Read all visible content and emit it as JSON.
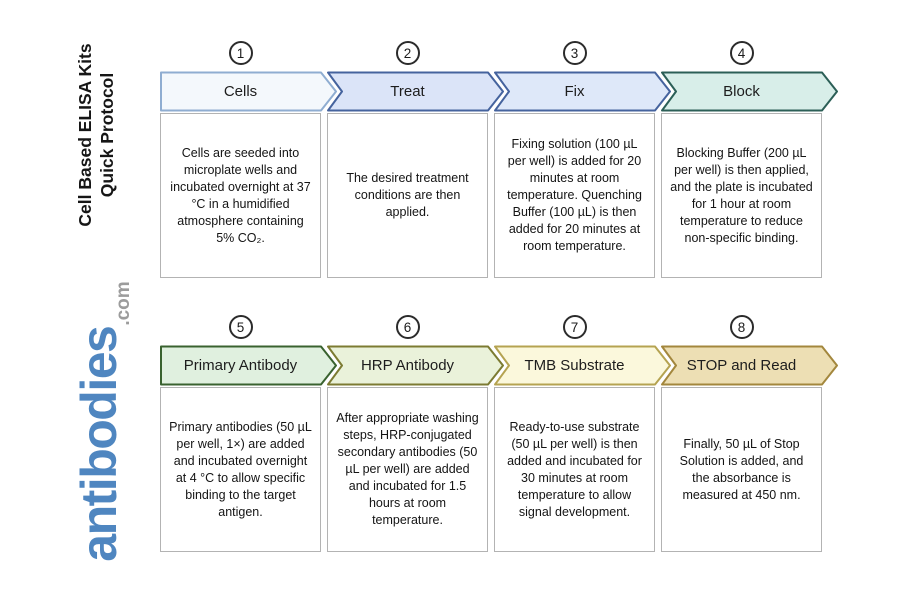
{
  "sidebar": {
    "title_line1": "Cell Based ELISA Kits",
    "title_line2": "Quick Protocol",
    "logo_text": "antibodies",
    "logo_suffix": ".com",
    "logo_color": "#4f86c0",
    "logo_suffix_color": "#9c9c9c"
  },
  "steps": [
    {
      "number": "1",
      "label": "Cells",
      "description": "Cells are seeded into microplate wells and incubated overnight at 37 °C in a humidified atmosphere containing 5% CO₂.",
      "fill": "#f4f8fc",
      "stroke": "#8fadd1"
    },
    {
      "number": "2",
      "label": "Treat",
      "description": "The desired treatment conditions are then applied.",
      "fill": "#dbe4f8",
      "stroke": "#45639e"
    },
    {
      "number": "3",
      "label": "Fix",
      "description": "Fixing solution (100 µL per well) is added for 20 minutes at room temperature. Quenching Buffer (100 µL) is then added for 20 minutes at room temperature.",
      "fill": "#dee8f9",
      "stroke": "#45639e"
    },
    {
      "number": "4",
      "label": "Block",
      "description": "Blocking Buffer (200 µL per well) is then applied, and the plate is incubated for 1 hour at room temperature to reduce non-specific binding.",
      "fill": "#d8eee9",
      "stroke": "#2c5f57"
    },
    {
      "number": "5",
      "label": "Primary Antibody",
      "description": "Primary antibodies (50 µL per well, 1×) are added and incubated overnight at 4 °C to allow specific binding to the target antigen.",
      "fill": "#e0f0df",
      "stroke": "#39622f"
    },
    {
      "number": "6",
      "label": "HRP Antibody",
      "description": "After appropriate washing steps, HRP-conjugated secondary antibodies (50 µL per well) are added and incubated for 1.5 hours at room temperature.",
      "fill": "#eaf2da",
      "stroke": "#7c7b32"
    },
    {
      "number": "7",
      "label": "TMB Substrate",
      "description": "Ready-to-use substrate (50 µL per well) is then added and incubated for 30 minutes at room temperature to allow signal development.",
      "fill": "#fbf8dc",
      "stroke": "#b5a351"
    },
    {
      "number": "8",
      "label": "STOP and Read",
      "description": "Finally, 50 µL of Stop Solution is added, and the absorbance is measured at 450 nm.",
      "fill": "#eddfb4",
      "stroke": "#a3873d"
    }
  ]
}
